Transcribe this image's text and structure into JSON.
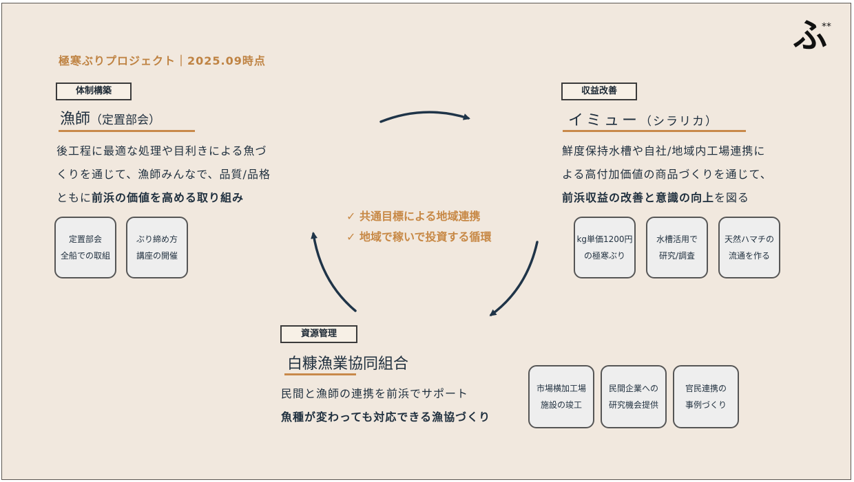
{
  "header": "極寒ぶりプロジェクト｜2025.09時点",
  "logo": {
    "mark": "ふ",
    "stars": "**"
  },
  "center": {
    "check": "✓",
    "items": [
      "共通目標による地域連携",
      "地域で稼いで投資する循環"
    ]
  },
  "blocks": {
    "fisher": {
      "tag": "体制構築",
      "title": "漁師",
      "subtitle": "（定置部会）",
      "lines": [
        {
          "pre": "後工程に最適な処理や目利きによる魚づ",
          "bold": ""
        },
        {
          "pre": "くりを通じて、漁師みんなで、品質/品格",
          "bold": ""
        },
        {
          "pre": "ともに",
          "bold": "前浜の価値を高める取り組み"
        }
      ],
      "cards": [
        [
          "定置部会",
          "全船での取組"
        ],
        [
          "ぶり締め方",
          "講座の開催"
        ]
      ]
    },
    "imyu": {
      "tag": "収益改善",
      "title": "イミュー",
      "subtitle": "（シラリカ）",
      "lines": [
        {
          "bold": "",
          "post": "鮮度保持水槽や自社/地域内工場連携に"
        },
        {
          "bold": "",
          "post": "よる高付加価値の商品づくりを通じて、"
        },
        {
          "bold": "前浜収益の改善と意識の向上",
          "post": "を図る"
        }
      ],
      "cards": [
        [
          "kg単価1200円",
          "の極寒ぶり"
        ],
        [
          "水槽活用で",
          "研究/調査"
        ],
        [
          "天然ハマチの",
          "流通を作る"
        ]
      ]
    },
    "coop": {
      "tag": "資源管理",
      "title": "白糠漁業協同組合",
      "lines": [
        {
          "text": "民間と漁師の連携を前浜でサポート",
          "bold": false
        },
        {
          "text": "魚種が変わっても対応できる漁協づくり",
          "bold": true
        }
      ],
      "cards": [
        [
          "市場横加工場",
          "施設の竣工"
        ],
        [
          "民間企業への",
          "研究機会提供"
        ],
        [
          "官民連携の",
          "事例づくり"
        ]
      ]
    }
  },
  "colors": {
    "background": "#f1e8de",
    "accent": "#c8894a",
    "text": "#1f2f3e",
    "arrow": "#1f3448"
  }
}
